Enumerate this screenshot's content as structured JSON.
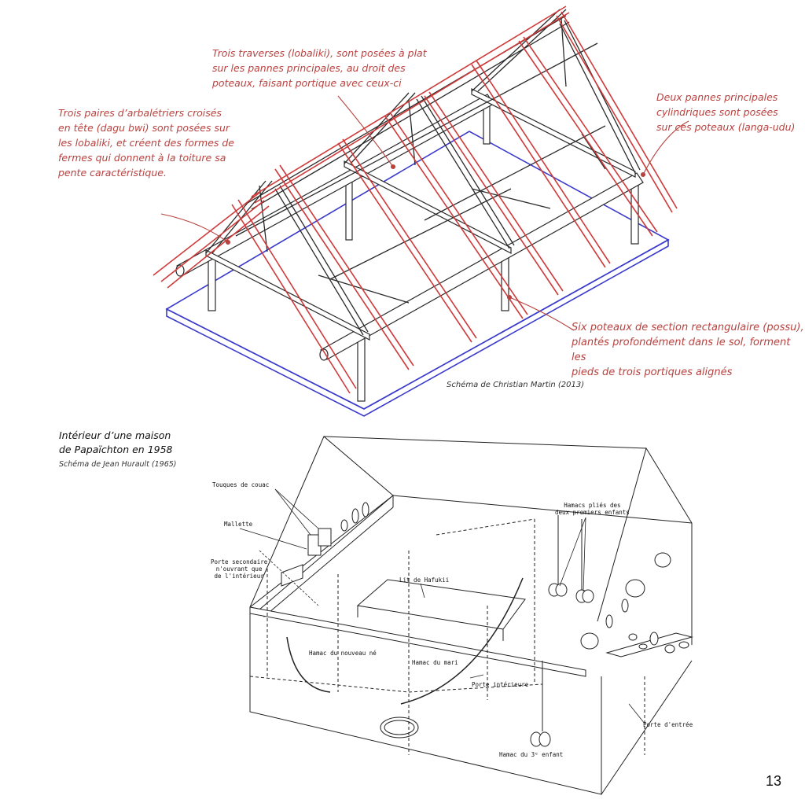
{
  "roof_diagram": {
    "annotations": {
      "traverses": "Trois traverses (lobaliki), sont posées à plat\nsur les pannes principales, au droit des\npoteaux, faisant portique avec ceux-ci",
      "arbaletriers": "Trois paires d’arbalétriers croisés\nen tête (dagu bwi) sont posées sur\nles lobaliki, et créent des formes de\nfermes qui donnent à la toiture sa\npente caractéristique.",
      "pannes": "Deux pannes principales\ncylindriques sont posées\nsur ces poteaux (langa-udu)",
      "poteaux": "Six poteaux de section rectangulaire (possu),\nplantés profondément dans le sol, forment les\npieds de trois portiques alignés"
    },
    "credit": "Schéma de Christian Martin (2013)"
  },
  "interior_diagram": {
    "title": "Intérieur d’une maison\nde Papaïchton en 1958",
    "credit": "Schéma de Jean Hurault (1965)",
    "labels": {
      "touques": "Touques de couac",
      "mallette": "Mallette",
      "porte_secondaire": "Porte secondaire\nn'ouvrant que\nde l'intérieur",
      "lit": "Lit de Hafukii",
      "hamacs_plies": "Hamacs pliés des\ndeux premiers enfants",
      "hamac_nouveau_ne": "Hamac du nouveau né",
      "hamac_mari": "Hamac du mari",
      "porte_interieure": "Porte intérieure",
      "porte_entree": "Porte d'entrée",
      "hamac_3e": "Hamac du 3ᵉ enfant"
    }
  },
  "page_number": "13",
  "colors": {
    "red": "#cf3a3a",
    "blue": "#3a3acc",
    "dark": "#2a2a2a",
    "annotation": "#b8423f"
  }
}
